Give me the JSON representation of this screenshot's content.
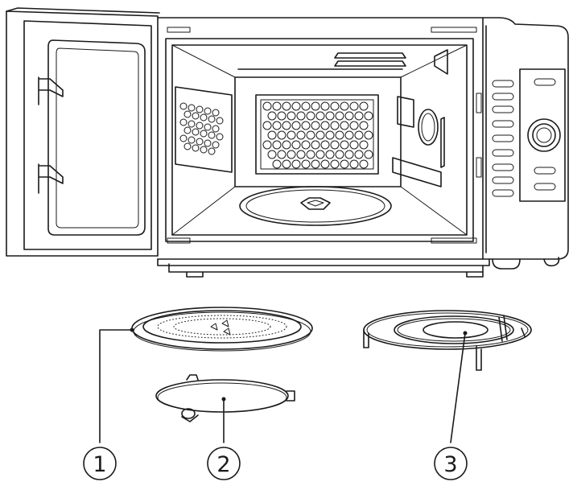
{
  "diagram": {
    "callouts": [
      {
        "id": "1",
        "label": "1",
        "part": "glass-tray"
      },
      {
        "id": "2",
        "label": "2",
        "part": "roller-ring"
      },
      {
        "id": "3",
        "label": "3",
        "part": "grill-rack"
      }
    ]
  }
}
